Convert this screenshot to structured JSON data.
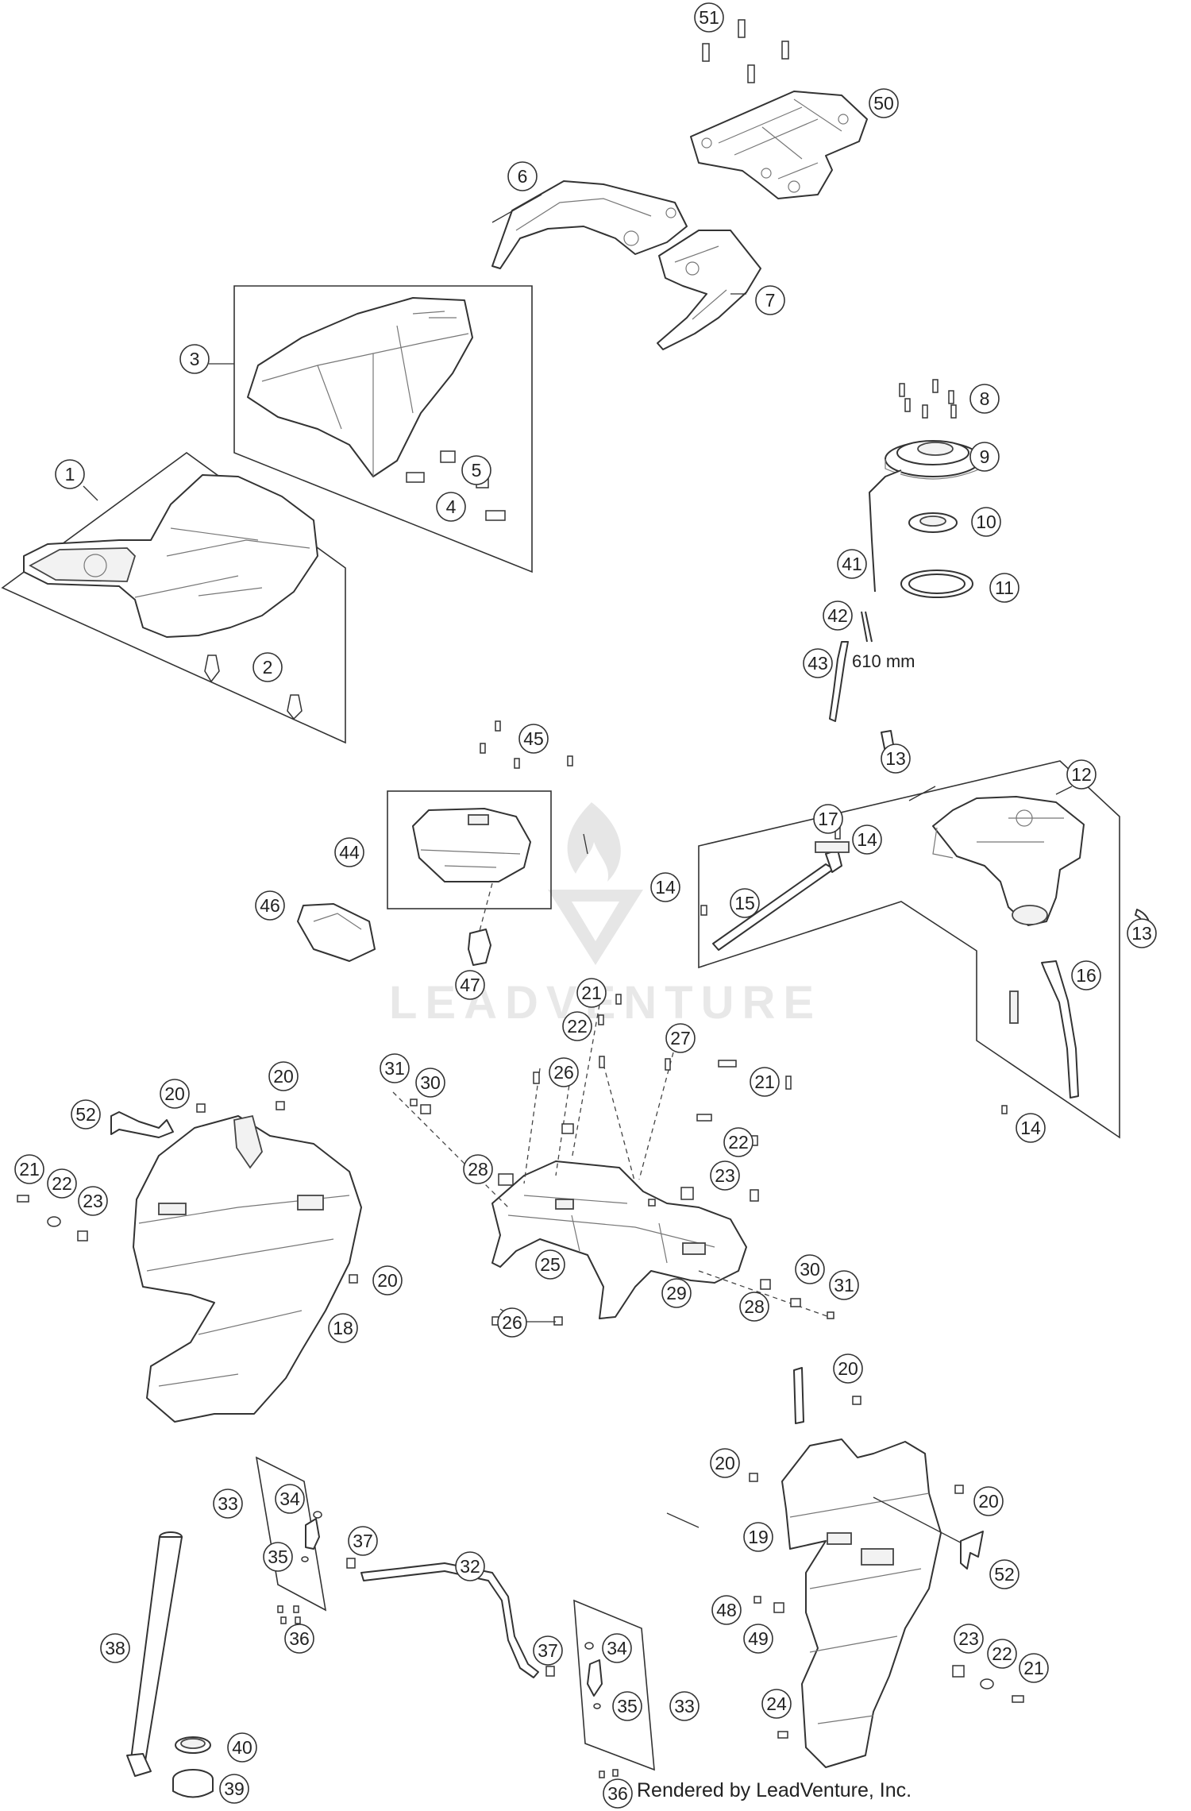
{
  "callouts": [
    {
      "id": "c51",
      "label": "51"
    },
    {
      "id": "c50",
      "label": "50"
    },
    {
      "id": "c6",
      "label": "6"
    },
    {
      "id": "c7",
      "label": "7"
    },
    {
      "id": "c3",
      "label": "3"
    },
    {
      "id": "c5",
      "label": "5"
    },
    {
      "id": "c4",
      "label": "4"
    },
    {
      "id": "c1",
      "label": "1"
    },
    {
      "id": "c2",
      "label": "2"
    },
    {
      "id": "c8",
      "label": "8"
    },
    {
      "id": "c9",
      "label": "9"
    },
    {
      "id": "c10",
      "label": "10"
    },
    {
      "id": "c41",
      "label": "41"
    },
    {
      "id": "c11",
      "label": "11"
    },
    {
      "id": "c42",
      "label": "42"
    },
    {
      "id": "c43",
      "label": "43"
    },
    {
      "id": "c45",
      "label": "45"
    },
    {
      "id": "c13a",
      "label": "13"
    },
    {
      "id": "c12",
      "label": "12"
    },
    {
      "id": "c44",
      "label": "44"
    },
    {
      "id": "c17",
      "label": "17"
    },
    {
      "id": "c14a",
      "label": "14"
    },
    {
      "id": "c14b",
      "label": "14"
    },
    {
      "id": "c46",
      "label": "46"
    },
    {
      "id": "c15",
      "label": "15"
    },
    {
      "id": "c13b",
      "label": "13"
    },
    {
      "id": "c16",
      "label": "16"
    },
    {
      "id": "c47",
      "label": "47"
    },
    {
      "id": "c21a",
      "label": "21"
    },
    {
      "id": "c22a",
      "label": "22"
    },
    {
      "id": "c27",
      "label": "27"
    },
    {
      "id": "c26a",
      "label": "26"
    },
    {
      "id": "c31a",
      "label": "31"
    },
    {
      "id": "c30a",
      "label": "30"
    },
    {
      "id": "c20a",
      "label": "20"
    },
    {
      "id": "c20b",
      "label": "20"
    },
    {
      "id": "c21b",
      "label": "21"
    },
    {
      "id": "c14c",
      "label": "14"
    },
    {
      "id": "c52a",
      "label": "52"
    },
    {
      "id": "c22b",
      "label": "22"
    },
    {
      "id": "c21c",
      "label": "21"
    },
    {
      "id": "c22c",
      "label": "22"
    },
    {
      "id": "c28a",
      "label": "28"
    },
    {
      "id": "c23a",
      "label": "23"
    },
    {
      "id": "c23b",
      "label": "23"
    },
    {
      "id": "c25",
      "label": "25"
    },
    {
      "id": "c20c",
      "label": "20"
    },
    {
      "id": "c30b",
      "label": "30"
    },
    {
      "id": "c31b",
      "label": "31"
    },
    {
      "id": "c29",
      "label": "29"
    },
    {
      "id": "c28b",
      "label": "28"
    },
    {
      "id": "c18",
      "label": "18"
    },
    {
      "id": "c26b",
      "label": "26"
    },
    {
      "id": "c20d",
      "label": "20"
    },
    {
      "id": "c20e",
      "label": "20"
    },
    {
      "id": "c20f",
      "label": "20"
    },
    {
      "id": "c33a",
      "label": "33"
    },
    {
      "id": "c34a",
      "label": "34"
    },
    {
      "id": "c19",
      "label": "19"
    },
    {
      "id": "c37a",
      "label": "37"
    },
    {
      "id": "c35a",
      "label": "35"
    },
    {
      "id": "c32",
      "label": "32"
    },
    {
      "id": "c52b",
      "label": "52"
    },
    {
      "id": "c48",
      "label": "48"
    },
    {
      "id": "c49",
      "label": "49"
    },
    {
      "id": "c36a",
      "label": "36"
    },
    {
      "id": "c38",
      "label": "38"
    },
    {
      "id": "c37b",
      "label": "37"
    },
    {
      "id": "c34b",
      "label": "34"
    },
    {
      "id": "c23c",
      "label": "23"
    },
    {
      "id": "c22d",
      "label": "22"
    },
    {
      "id": "c21d",
      "label": "21"
    },
    {
      "id": "c35b",
      "label": "35"
    },
    {
      "id": "c33b",
      "label": "33"
    },
    {
      "id": "c24",
      "label": "24"
    },
    {
      "id": "c40",
      "label": "40"
    },
    {
      "id": "c39",
      "label": "39"
    },
    {
      "id": "c36b",
      "label": "36"
    }
  ],
  "hose_length_label": "610 mm",
  "watermark_text": "LEADVENTURE",
  "credit_text": "Rendered by LeadVenture, Inc."
}
